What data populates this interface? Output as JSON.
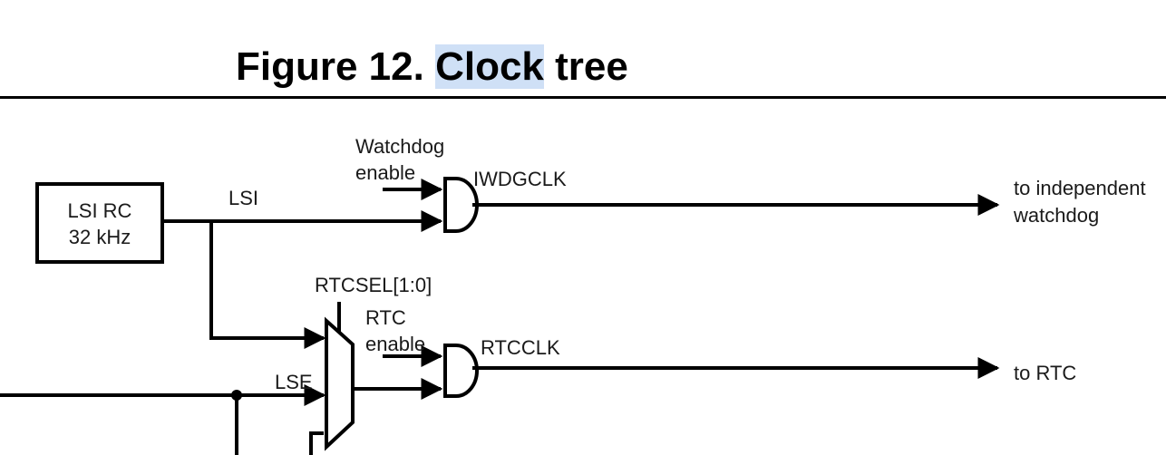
{
  "title": {
    "prefix": "Figure 12. ",
    "highlight": "Clock",
    "suffix": " tree"
  },
  "labels": {
    "osc_line1": "LSI RC",
    "osc_line2": "32 kHz",
    "lsi": "LSI",
    "wd_enable_1": "Watchdog",
    "wd_enable_2": "enable",
    "iwdgclk": "IWDGCLK",
    "out_wd_1": "to independent",
    "out_wd_2": "watchdog",
    "rtcsel": "RTCSEL[1:0]",
    "rtc_enable_1": "RTC",
    "rtc_enable_2": "enable",
    "rtcclk": "RTCCLK",
    "lse": "LSE",
    "out_rtc": "to RTC"
  },
  "colors": {
    "line": "#000000",
    "highlight": "#cfe0f6"
  }
}
